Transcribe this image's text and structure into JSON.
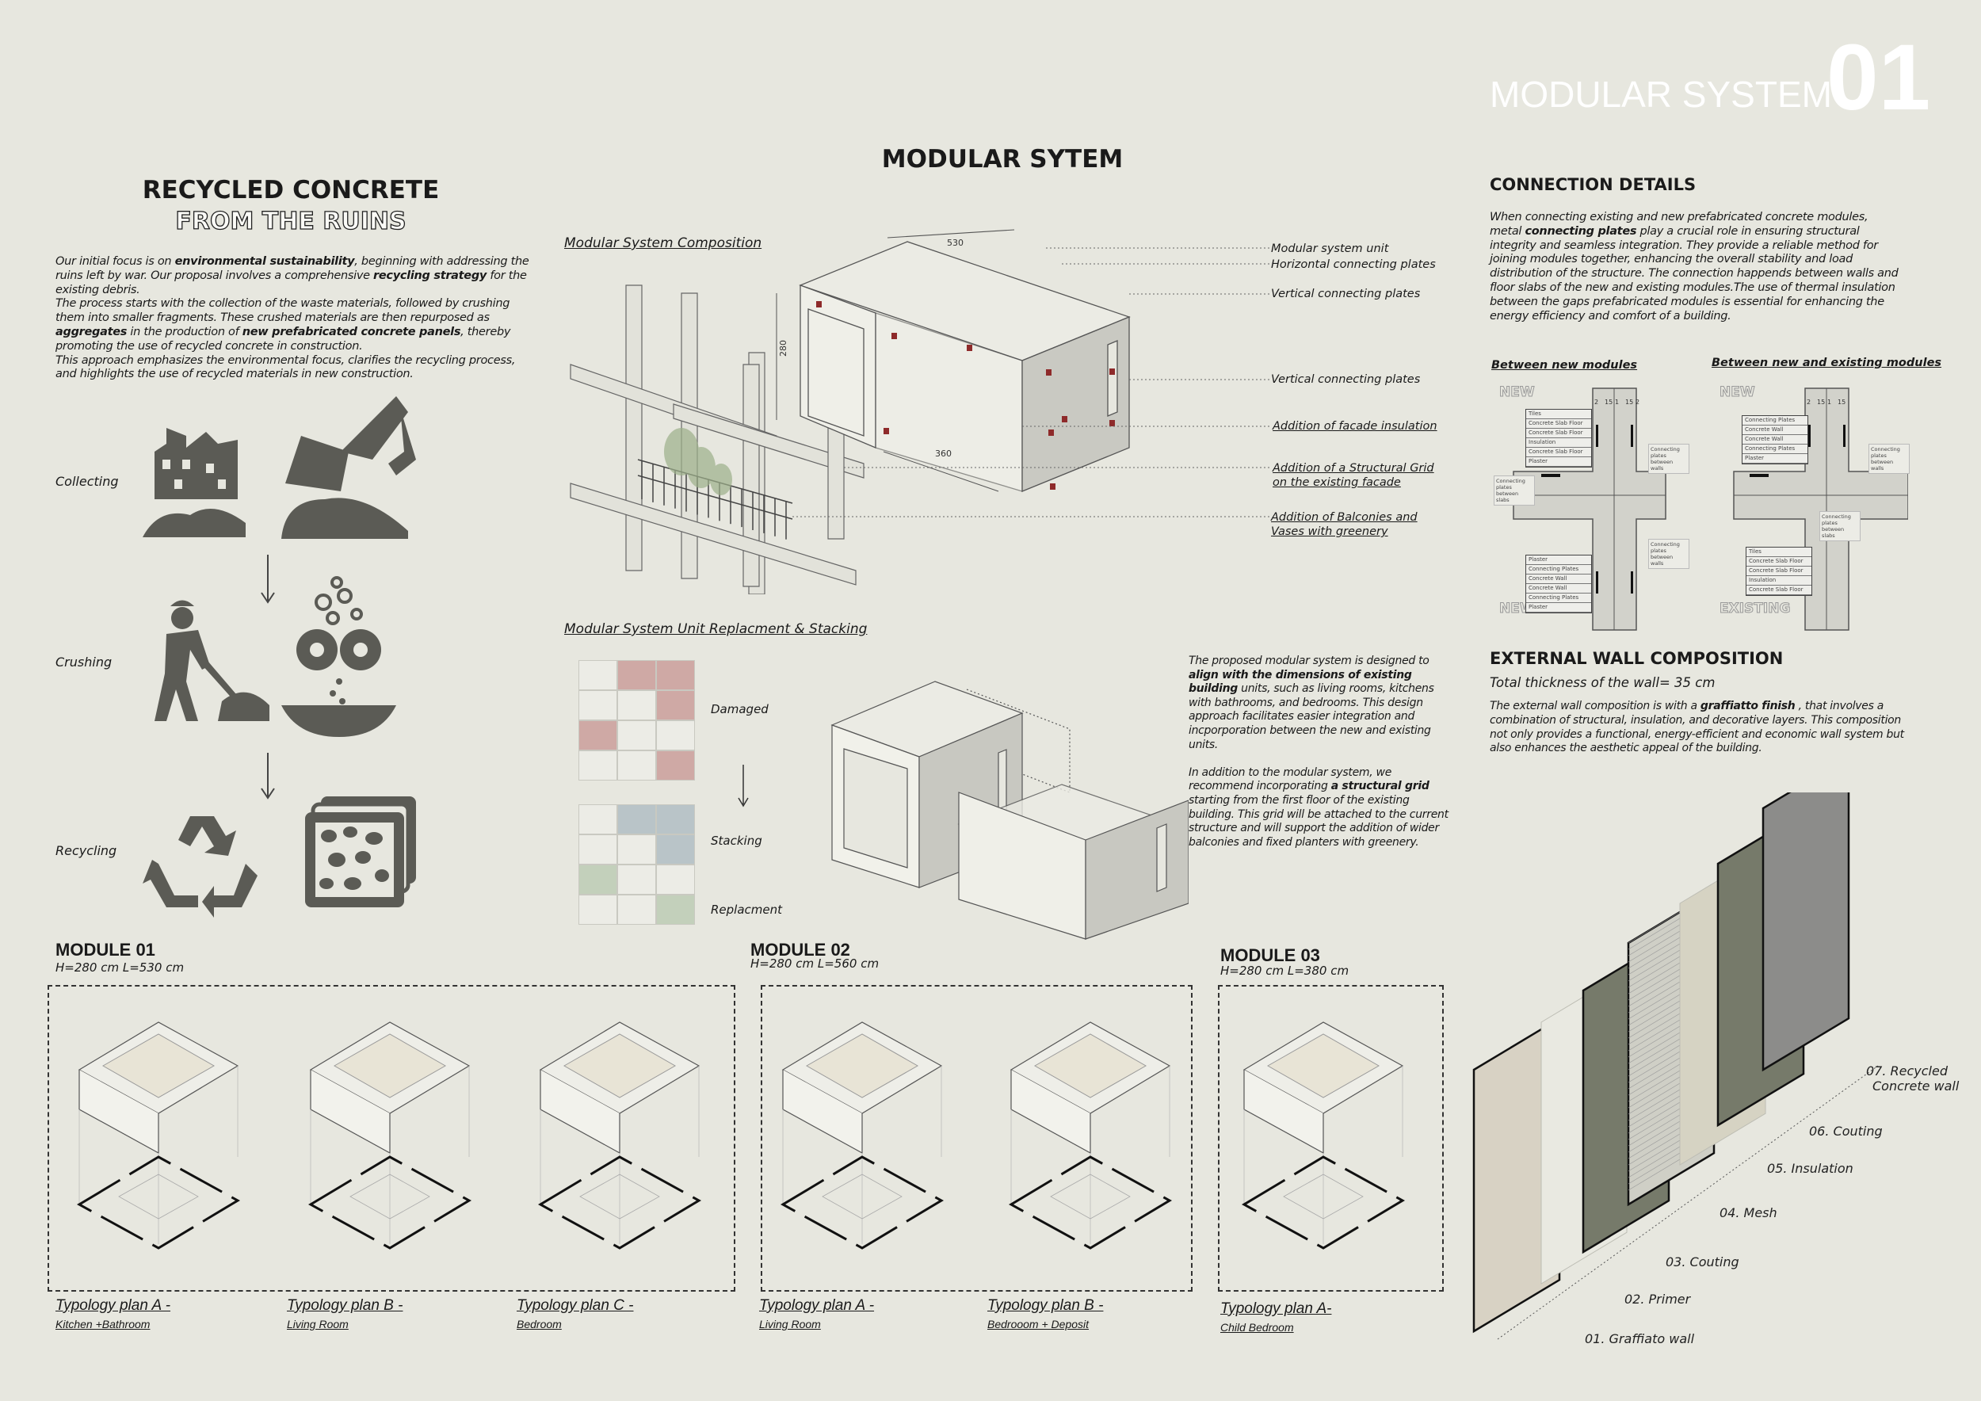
{
  "header": {
    "title": "MODULAR SYSTEM",
    "number": "01"
  },
  "recycling": {
    "title": "RECYCLED CONCRETE",
    "subtitle": "FROM THE RUINS",
    "paragraph": [
      {
        "t": "Our initial focus is on "
      },
      {
        "t": "environmental sustainability",
        "b": true
      },
      {
        "t": ", beginning with addressing the ruins left by war. Our proposal involves a comprehensive "
      },
      {
        "t": "recycling strategy",
        "b": true
      },
      {
        "t": " for the existing debris."
      },
      {
        "br": true
      },
      {
        "t": "The process starts with the collection of the waste materials, followed by crushing them into smaller fragments. These crushed materials are then repurposed as "
      },
      {
        "t": "aggregates",
        "b": true
      },
      {
        "t": " in the production of "
      },
      {
        "t": "new prefabricated concrete panels",
        "b": true
      },
      {
        "t": ", thereby promoting the use of recycled concrete in construction."
      },
      {
        "br": true
      },
      {
        "t": "This approach emphasizes the environmental focus, clarifies the recycling process, and highlights the use of recycled materials in new construction."
      }
    ],
    "steps": [
      {
        "label": "Collecting",
        "icons": [
          "ruined-building-icon",
          "excavator-icon"
        ]
      },
      {
        "label": "Crushing",
        "icons": [
          "worker-shovel-icon",
          "crusher-gears-icon"
        ]
      },
      {
        "label": "Recycling",
        "icons": [
          "recycle-icon",
          "concrete-panels-icon"
        ]
      }
    ]
  },
  "modular": {
    "title": "MODULAR SYTEM",
    "composition_title": "Modular System Composition",
    "dims": {
      "length": "530",
      "height": "280",
      "depth": "360"
    },
    "callouts": [
      "Modular system unit",
      "Horizontal connecting plates",
      "Vertical connecting plates",
      "Vertical connecting plates",
      "Addition of facade insulation",
      "Addition of a Structural Grid on the existing facade",
      "Addition of Balconies and Vases with greenery"
    ],
    "replacement_title": "Modular System Unit Replacment & Stacking",
    "grid_labels": {
      "damaged": "Damaged",
      "stacking": "Stacking",
      "replacement": "Replacment"
    },
    "damaged_grid": [
      [
        0,
        1,
        1
      ],
      [
        0,
        0,
        1
      ],
      [
        1,
        0,
        0
      ],
      [
        0,
        0,
        1
      ]
    ],
    "stacking_grid": [
      [
        0,
        2,
        2
      ],
      [
        0,
        0,
        2
      ],
      [
        3,
        0,
        0
      ],
      [
        0,
        0,
        3
      ]
    ],
    "colors": {
      "damaged": "#cfa9a5",
      "stacking": "#b9c4c8",
      "replacement": "#c3d0bb",
      "plate": "#8e2a2a"
    },
    "description": [
      {
        "t": "The proposed modular system is designed to "
      },
      {
        "t": "align with the dimensions of existing building",
        "b": true
      },
      {
        "t": " units, such as living rooms, kitchens with bathrooms, and bedrooms. This design approach facilitates easier integration and incporporation between the new and existing units."
      },
      {
        "br": true
      },
      {
        "br": true
      },
      {
        "t": "In addition to the modular system, we recommend incorporating "
      },
      {
        "t": "a structural grid",
        "b": true
      },
      {
        "t": " starting from the first floor of the existing building. This grid will be attached to the current structure and will support the addition of wider balconies and fixed planters with greenery."
      }
    ]
  },
  "connection": {
    "title": "CONNECTION DETAILS",
    "paragraph": [
      {
        "t": "When connecting existing and new prefabricated concrete modules, metal "
      },
      {
        "t": "connecting plates",
        "b": true
      },
      {
        "t": " play a crucial role in ensuring structural integrity and seamless integration. They provide a reliable method for joining modules together, enhancing the overall stability and load distribution of the structure. The connection happends between walls and floor slabs of the new and existing modules.The use of thermal insulation between the gaps prefabricated modules is essential for enhancing the energy efficiency and comfort of a building."
      }
    ],
    "details": [
      {
        "title": "Between new modules",
        "top": "NEW",
        "bottom": "NEW",
        "dims": [
          "2",
          "15",
          "1",
          "15",
          "2"
        ],
        "top_table": [
          "Tiles",
          "Concrete Slab Floor",
          "Concrete Slab Floor",
          "Insulation",
          "Concrete Slab Floor",
          "Plaster"
        ],
        "bottom_table": [
          "Plaster",
          "Connecting Plates",
          "Concrete Wall",
          "Concrete Wall",
          "Connecting Plates",
          "Plaster"
        ],
        "notes": [
          "Connecting plates between walls",
          "Connecting plates between slabs",
          "Connecting plates between walls"
        ]
      },
      {
        "title": "Between new and existing modules",
        "top": "NEW",
        "bottom": "EXISTING",
        "dims": [
          "2",
          "15",
          "1",
          "15"
        ],
        "top_table": [
          "Connecting Plates",
          "Concrete Wall",
          "Concrete Wall",
          "Connecting Plates",
          "Plaster"
        ],
        "bottom_table": [
          "Tiles",
          "Concrete Slab Floor",
          "Concrete Slab Floor",
          "Insulation",
          "Concrete Slab Floor"
        ],
        "notes": [
          "Connecting plates between walls",
          "Connecting plates between slabs"
        ]
      }
    ]
  },
  "wall": {
    "title": "EXTERNAL WALL COMPOSITION",
    "thickness": "Total thickness of the wall= 35 cm",
    "paragraph": [
      {
        "t": "The external wall composition is with a "
      },
      {
        "t": "graffiatto finish",
        "b": true
      },
      {
        "t": " , that involves a combination of structural, insulation, and decorative layers. This composition not only provides a functional, energy-efficient and economic wall system but also enhances the aesthetic appeal of the building."
      }
    ],
    "layers": [
      {
        "label": "01. Graffiato wall",
        "color": "#d8d2c4"
      },
      {
        "label": "02. Primer",
        "color": "#e9e9e1"
      },
      {
        "label": "03. Couting",
        "color": "#767a6a"
      },
      {
        "label": "04. Mesh",
        "color": "#cfcfc6"
      },
      {
        "label": "05. Insulation",
        "color": "#d6d3c3"
      },
      {
        "label": "06. Couting",
        "color": "#767a6a"
      },
      {
        "label": "07. Recycled Concrete wall",
        "color": "#8c8c8a"
      }
    ]
  },
  "modules": [
    {
      "title": "MODULE 01",
      "dims": "H=280 cm  L=530 cm",
      "plans": [
        {
          "name": "Typology plan A -",
          "room": "Kitchen +Bathroom"
        },
        {
          "name": "Typology plan B -",
          "room": "Living Room"
        },
        {
          "name": "Typology plan C -",
          "room": "Bedroom"
        }
      ]
    },
    {
      "title": "MODULE 02",
      "dims": "H=280 cm L=560 cm",
      "plans": [
        {
          "name": "Typology plan A -",
          "room": "Living Room"
        },
        {
          "name": "Typology plan B -",
          "room": "Bedrooom + Deposit"
        }
      ]
    },
    {
      "title": "MODULE 03",
      "dims": "H=280 cm L=380 cm",
      "plans": [
        {
          "name": "Typology plan A-",
          "room": "Child Bedroom"
        }
      ]
    }
  ]
}
